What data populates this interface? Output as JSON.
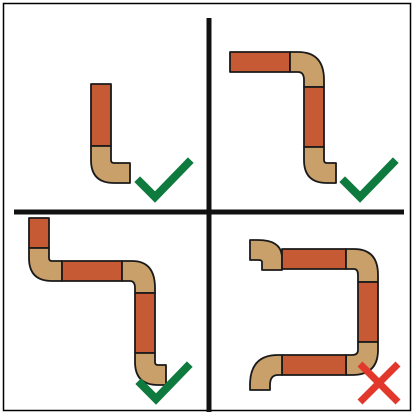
{
  "colors": {
    "background": "#ffffff",
    "frame": "#000000",
    "divider": "#111111",
    "straight_segment": "#c65a35",
    "elbow_segment": "#c9a06a",
    "outline": "#1a1a1a",
    "check": "#0e7a3e",
    "cross": "#e2372b"
  },
  "panels": [
    {
      "position": "top-left",
      "pieces": [
        "straight",
        "elbow"
      ],
      "verdict": "check-icon"
    },
    {
      "position": "top-right",
      "pieces": [
        "straight",
        "elbow",
        "straight",
        "elbow"
      ],
      "verdict": "check-icon"
    },
    {
      "position": "bottom-left",
      "pieces": [
        "straight",
        "elbow",
        "straight",
        "elbow",
        "straight",
        "elbow"
      ],
      "verdict": "check-icon"
    },
    {
      "position": "bottom-right",
      "pieces": [
        "elbow",
        "straight",
        "elbow",
        "straight",
        "elbow",
        "straight",
        "elbow"
      ],
      "verdict": "cross-icon"
    }
  ]
}
